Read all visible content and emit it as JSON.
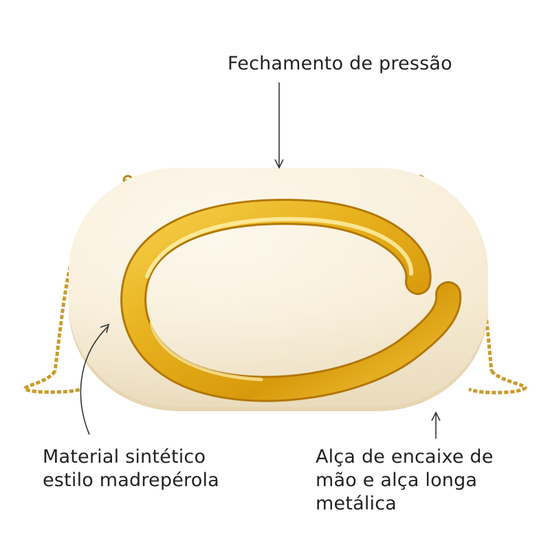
{
  "annotations": {
    "closure": "Fechamento de pressão",
    "material": [
      "Material sintético",
      "estilo madrepérola"
    ],
    "strap": [
      "Alça de encaixe de",
      "mão e alça longa",
      "metálica"
    ]
  },
  "colors": {
    "background": "#ffffff",
    "bag_body": "#f5ead2",
    "bag_shadow": "#e7d6b4",
    "gold": "#e2aa1a",
    "gold_highlight": "#fff2b0",
    "gold_dark": "#b27708",
    "chain": "#c99b2a",
    "annotation_text": "#222222",
    "arrow": "#333333"
  }
}
